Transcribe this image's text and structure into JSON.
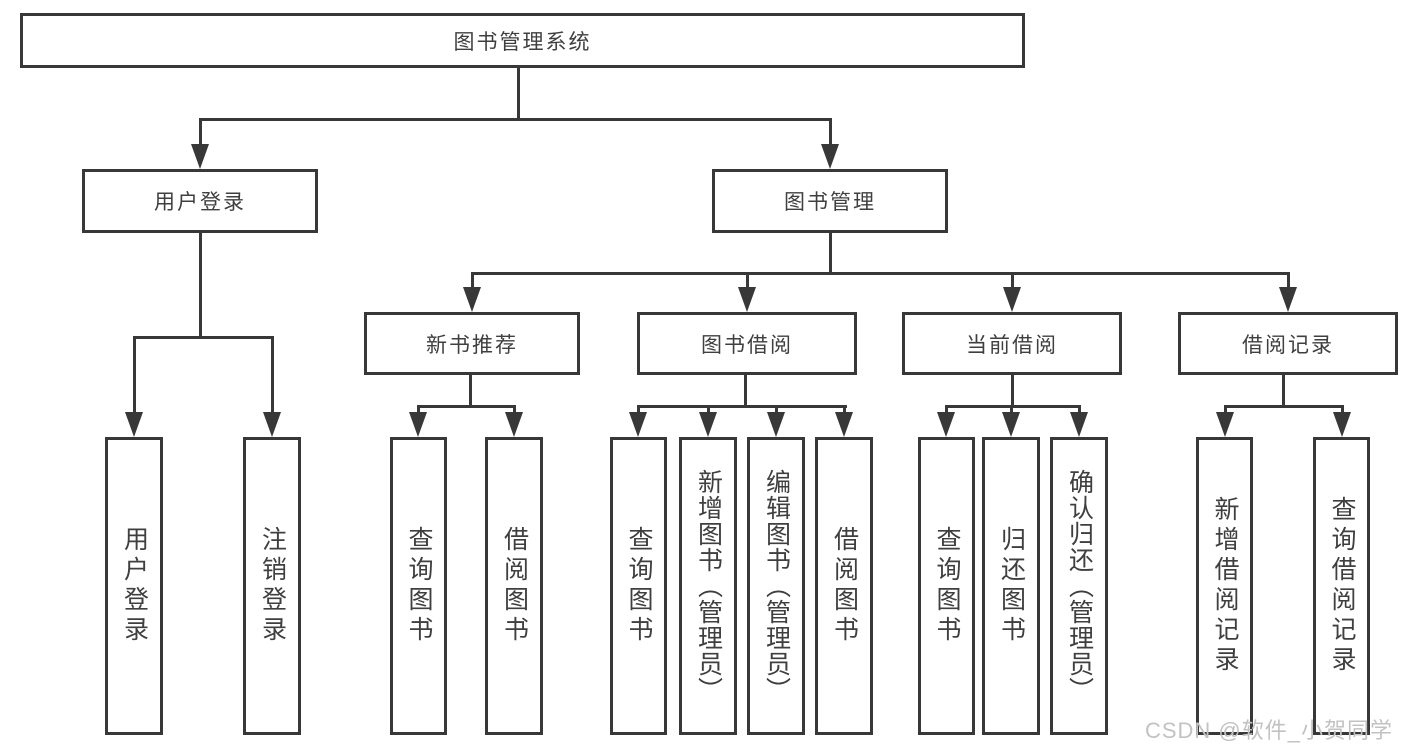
{
  "tree": {
    "root": {
      "label": "图书管理系统"
    },
    "level2": [
      {
        "label": "用户登录"
      },
      {
        "label": "图书管理"
      }
    ],
    "level3": [
      {
        "label": "新书推荐"
      },
      {
        "label": "图书借阅"
      },
      {
        "label": "当前借阅"
      },
      {
        "label": "借阅记录"
      }
    ],
    "leaves": {
      "user_login": [
        {
          "label": "用户登录"
        },
        {
          "label": "注销登录"
        }
      ],
      "new_book": [
        {
          "label": "查询图书"
        },
        {
          "label": "借阅图书"
        }
      ],
      "book_borrow": [
        {
          "label": "查询图书"
        },
        {
          "label": "新增图书（管理员）"
        },
        {
          "label": "编辑图书（管理员）"
        },
        {
          "label": "借阅图书"
        }
      ],
      "current_borrow": [
        {
          "label": "查询图书"
        },
        {
          "label": "归还图书"
        },
        {
          "label": "确认归还（管理员）"
        }
      ],
      "borrow_record": [
        {
          "label": "新增借阅记录"
        },
        {
          "label": "查询借阅记录"
        }
      ]
    }
  },
  "watermark": "CSDN @软件_小贺同学",
  "colors": {
    "line": "#383838",
    "text": "#3f3f3f",
    "watermark": "#c2c2c2",
    "background": "#ffffff"
  }
}
